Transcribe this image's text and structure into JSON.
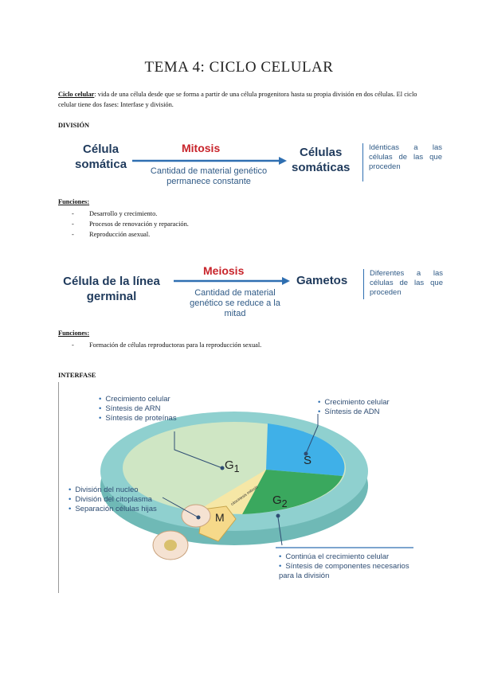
{
  "title": "TEMA 4: CICLO CELULAR",
  "intro": {
    "term": "Ciclo celular",
    "text": ": vida de una célula desde que se forma a partir de una célula progenitora hasta su propia división en dos células. El ciclo celular tiene dos fases: Interfase y división."
  },
  "division": {
    "heading": "DIVISIÓN",
    "mitosis": {
      "left_line1": "Célula",
      "left_line2": "somática",
      "process": "Mitosis",
      "sub_line1": "Cantidad de material genético",
      "sub_line2": "permanece constante",
      "right_line1": "Células",
      "right_line2": "somáticas",
      "note": "Idénticas a las células de las que proceden"
    },
    "mitosis_functions": {
      "title": "Funciones",
      "items": [
        "Desarrollo y crecimiento.",
        "Procesos de renovación y reparación.",
        "Reproducción asexual."
      ]
    },
    "meiosis": {
      "left_line1": "Célula de la línea",
      "left_line2": "germinal",
      "process": "Meiosis",
      "sub_line1": "Cantidad de material",
      "sub_line2": "genético se reduce a la",
      "sub_line3": "mitad",
      "right": "Gametos",
      "note": "Diferentes a las células de las que proceden"
    },
    "meiosis_functions": {
      "title": "Funciones",
      "items": [
        "Formación de células reproductoras para la reproducción sexual."
      ]
    }
  },
  "interfase": {
    "heading": "INTERFASE",
    "g1_notes": [
      "Crecimiento celular",
      "Síntesis de ARN",
      "Síntesis de proteínas"
    ],
    "s_notes": [
      "Crecimiento celular",
      "Síntesis de ADN"
    ],
    "m_notes": [
      "División del nucleo",
      "División del citoplasma",
      "Separación células hijas"
    ],
    "g2_notes": [
      "Continúa el crecimiento celular",
      "Síntesis de componentes necesarios para la división"
    ],
    "labels": {
      "g1": "G",
      "g1_sub": "1",
      "s": "S",
      "g2": "G",
      "g2_sub": "2",
      "m": "M",
      "wedge_text": "citocinesis mitosis"
    },
    "colors": {
      "g1": "#cfe6c4",
      "s": "#3fb0e8",
      "g2": "#3aa85e",
      "rim": "#8fd0cf",
      "mitosis": "#f6e7a6"
    }
  }
}
